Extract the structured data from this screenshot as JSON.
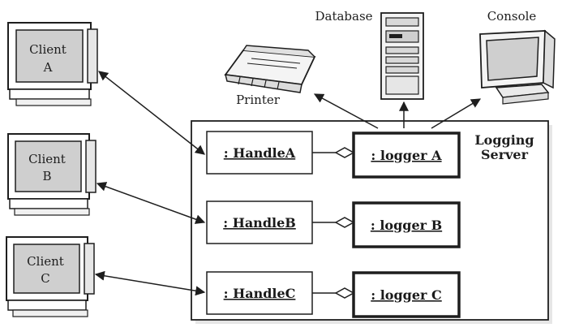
{
  "clients": [
    {
      "name": "Client",
      "letter": "A"
    },
    {
      "name": "Client",
      "letter": "B"
    },
    {
      "name": "Client",
      "letter": "C"
    }
  ],
  "devices": {
    "printer": "Printer",
    "database": "Database",
    "console": "Console"
  },
  "server": {
    "title_line1": "Logging",
    "title_line2": "Server"
  },
  "handlers": [
    ": HandleA",
    ": HandleB",
    ": HandleC"
  ],
  "loggers": [
    ": logger A",
    ": logger B",
    ": logger C"
  ],
  "icons": {
    "client": "computer-terminal-icon",
    "printer": "printer-icon",
    "database": "server-tower-icon",
    "console": "monitor-icon"
  },
  "colors": {
    "ink": "#1e1e1e",
    "screen": "#cfcfcf",
    "server_bg": "#ffffff"
  }
}
